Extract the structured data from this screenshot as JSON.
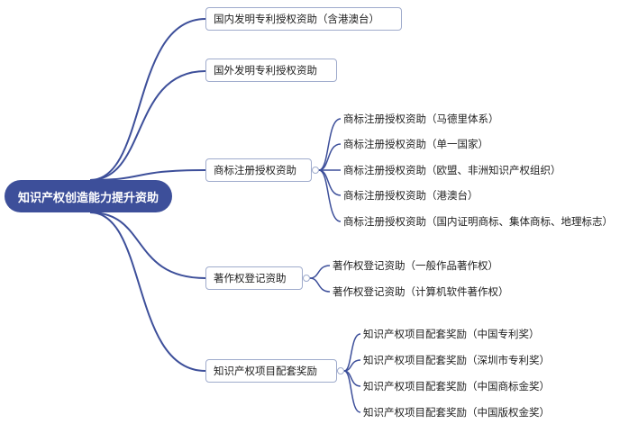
{
  "root": "知识产权创造能力提升资助",
  "branches": [
    {
      "label": "国内发明专利授权资助（含港澳台）",
      "children": []
    },
    {
      "label": "国外发明专利授权资助",
      "children": []
    },
    {
      "label": "商标注册授权资助",
      "children": [
        "商标注册授权资助（马德里体系）",
        "商标注册授权资助（单一国家）",
        "商标注册授权资助（欧盟、非洲知识产权组织）",
        "商标注册授权资助（港澳台）",
        "商标注册授权资助（国内证明商标、集体商标、地理标志）"
      ]
    },
    {
      "label": "著作权登记资助",
      "children": [
        "著作权登记资助（一般作品著作权）",
        "著作权登记资助（计算机软件著作权）"
      ]
    },
    {
      "label": "知识产权项目配套奖励",
      "children": [
        "知识产权项目配套奖励（中国专利奖）",
        "知识产权项目配套奖励（深圳市专利奖）",
        "知识产权项目配套奖励（中国商标金奖）",
        "知识产权项目配套奖励（中国版权金奖）"
      ]
    }
  ],
  "colors": {
    "root_fill": "#3d4f9a",
    "line": "#3d4f9a",
    "branch_border": "#9fabcc"
  }
}
